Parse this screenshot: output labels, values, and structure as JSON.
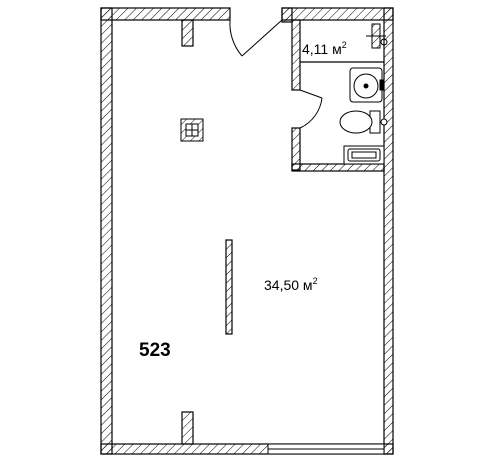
{
  "plan": {
    "unit_number": "523",
    "rooms": [
      {
        "id": "main",
        "area": "34,50 м",
        "sup": "2"
      },
      {
        "id": "bathroom",
        "area": "4,11 м",
        "sup": "2"
      }
    ]
  },
  "colors": {
    "wall_fill": "#ffffff",
    "wall_stroke": "#000000",
    "hatch": "#000000"
  },
  "icons": [
    "sink-icon",
    "toilet-icon",
    "shower-tray-icon",
    "ventilation-shaft-icon",
    "towel-rail-icon"
  ]
}
